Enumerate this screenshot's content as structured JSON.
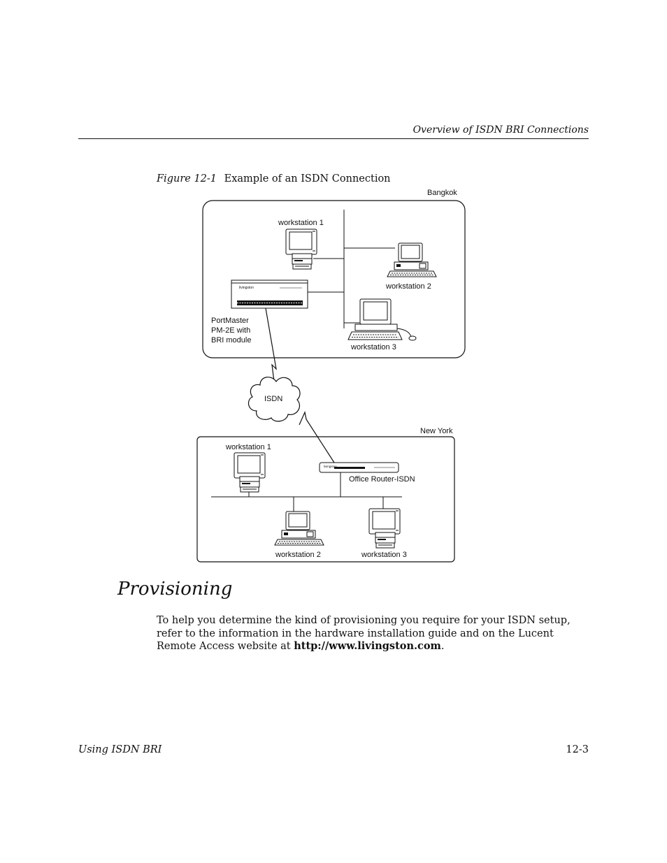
{
  "header": {
    "running_title": "Overview of ISDN BRI Connections"
  },
  "figure": {
    "number": "Figure 12-1",
    "title": "Example of an ISDN Connection",
    "site_top": {
      "label": "Bangkok",
      "workstation1": "workstation 1",
      "workstation2": "workstation 2",
      "workstation3": "workstation 3",
      "portmaster": [
        "PortMaster",
        "PM-2E with",
        "BRI module"
      ]
    },
    "isdn_label": "ISDN",
    "site_bottom": {
      "label": "New York",
      "workstation1": "workstation 1",
      "workstation2": "workstation 2",
      "workstation3": "workstation 3",
      "router": "Office Router-ISDN"
    }
  },
  "section": {
    "heading": "Provisioning",
    "paragraph_before": "To help you determine the kind of provisioning you require for your ISDN setup, refer to the information in the hardware installation guide and on the Lucent Remote Access website at ",
    "url": "http://www.livingston.com",
    "paragraph_after": "."
  },
  "footer": {
    "left": "Using ISDN BRI",
    "right": "12-3"
  }
}
